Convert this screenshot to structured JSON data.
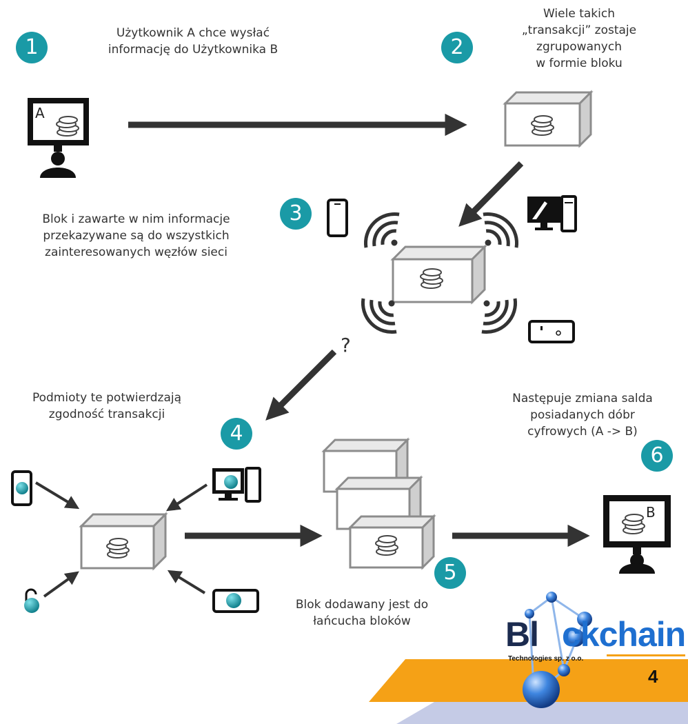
{
  "steps": [
    {
      "number": "1",
      "lines": [
        "Użytkownik A chce wysłać",
        "informację do Użytkownika B"
      ]
    },
    {
      "number": "2",
      "lines": [
        "Wiele takich",
        "„transakcji” zostaje",
        "zgrupowanych",
        "w formie bloku"
      ]
    },
    {
      "number": "3",
      "lines": [
        "Blok i zawarte w nim informacje",
        "przekazywane są do wszystkich",
        "zainteresowanych węzłów sieci"
      ]
    },
    {
      "number": "4",
      "lines": [
        "Podmioty te potwierdzają",
        "zgodność transakcji"
      ]
    },
    {
      "number": "5",
      "lines": [
        "Blok dodawany jest do",
        "łańcucha bloków"
      ]
    },
    {
      "number": "6",
      "lines": [
        "Następuje zmiana salda",
        "posiadanych dóbr",
        "cyfrowych (A -> B)"
      ]
    }
  ],
  "user_a_label": "A",
  "user_b_label": "B",
  "question_mark": "?",
  "logo": {
    "word_part1": "Bl",
    "word_part2": "ckchain",
    "subtitle": "Technologies sp. z o.o.",
    "page_number": "4"
  },
  "colors": {
    "badge": "#1a9aa6",
    "arrow": "#333333",
    "box_outline": "#8c8c8c",
    "logo_dark": "#1b2b4f",
    "logo_blue": "#1e6fd0",
    "footer_orange": "#f5a116",
    "footer_lavender": "#c5cbe6"
  }
}
